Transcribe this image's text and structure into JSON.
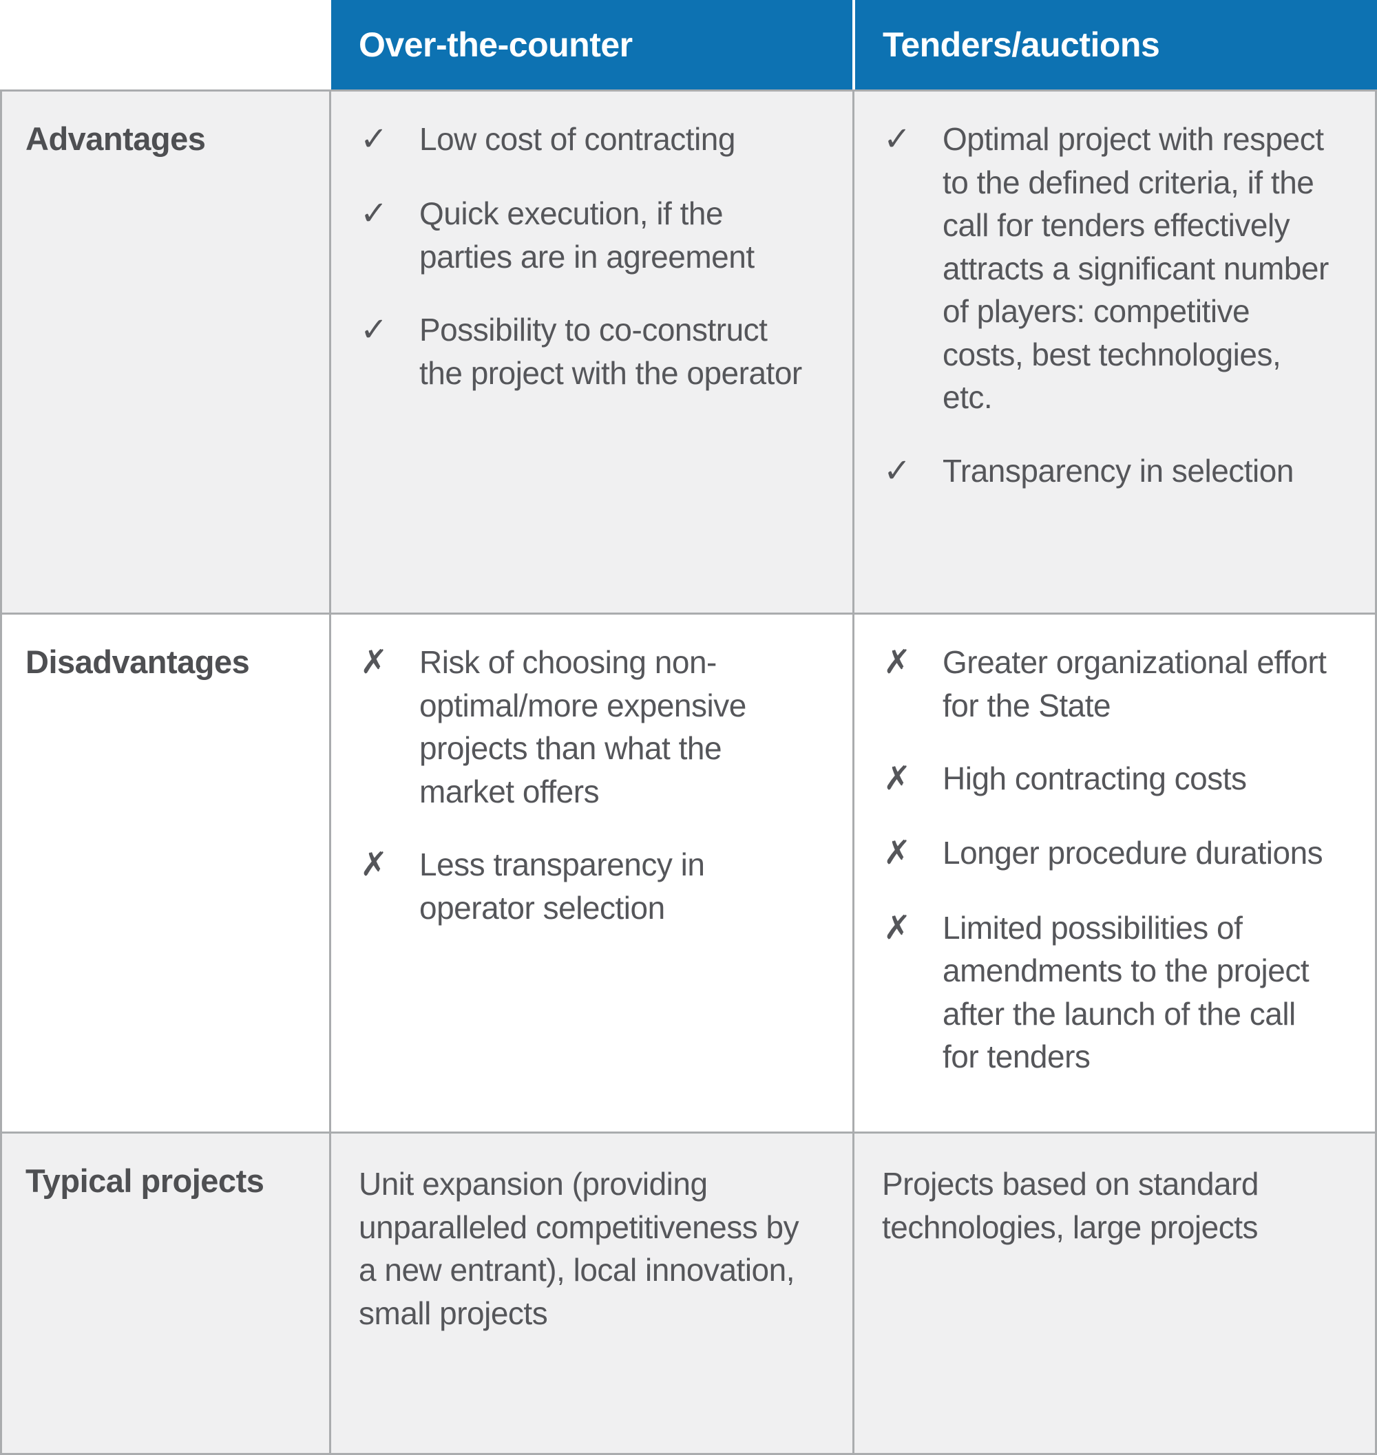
{
  "icons": {
    "check": "✓",
    "cross": "✗"
  },
  "colors": {
    "header_blue": "#0d72b2",
    "row_gray": "#f0f0f1",
    "row_white": "#ffffff",
    "border_gray": "#aaacae",
    "text_gray": "#55565a"
  },
  "header": {
    "col_otc": "Over-the-counter",
    "col_tenders": "Tenders/auctions"
  },
  "rows": {
    "advantages": {
      "label": "Advantages",
      "otc": [
        "Low cost of contracting",
        "Quick execution, if the parties are in agreement",
        "Possibility to co-construct the project with the operator"
      ],
      "tenders": [
        "Optimal project with respect to the defined criteria, if the call for tenders effectively attracts a significant number of players: competitive costs, best technologies, etc.",
        "Transparency in selection"
      ]
    },
    "disadvantages": {
      "label": "Disadvantages",
      "otc": [
        "Risk of choosing non-optimal/more expensive projects than what the market offers",
        "Less transparency in operator selection"
      ],
      "tenders": [
        "Greater organizational effort for the State",
        "High contracting costs",
        "Longer procedure durations",
        "Limited possibilities of amendments to the project after the launch of the call for tenders"
      ]
    },
    "typical_projects": {
      "label": "Typical projects",
      "otc": "Unit expansion (providing unparalleled competitiveness by a new entrant), local innovation, small projects",
      "tenders": "Projects based on standard technologies, large projects"
    }
  }
}
